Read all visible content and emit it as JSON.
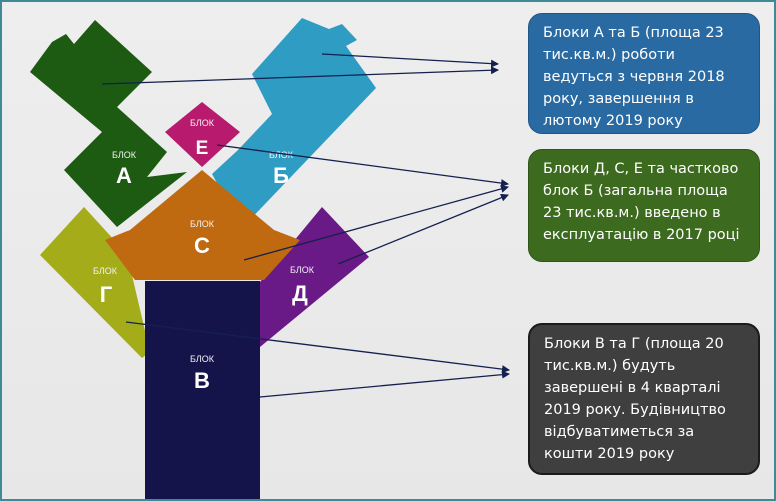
{
  "blocks": {
    "a": {
      "prefix": "БЛОК",
      "letter": "А",
      "color": "#1d5a12"
    },
    "b": {
      "prefix": "БЛОК",
      "letter": "Б",
      "color": "#2f9cc4"
    },
    "e": {
      "prefix": "БЛОК",
      "letter": "Е",
      "color": "#b81a6e"
    },
    "c": {
      "prefix": "БЛОК",
      "letter": "С",
      "color": "#bf6a10"
    },
    "g": {
      "prefix": "БЛОК",
      "letter": "Г",
      "color": "#a5ac1a"
    },
    "d": {
      "prefix": "БЛОК",
      "letter": "Д",
      "color": "#6a1a86"
    },
    "v": {
      "prefix": "БЛОК",
      "letter": "В",
      "color": "#15144a"
    }
  },
  "notes": {
    "blue": {
      "text": "Блоки А та Б (площа 23 тис.кв.м.) роботи ведуться з червня 2018 року, завершення в лютому 2019 року",
      "color": "#2a6aa2"
    },
    "green": {
      "text": "Блоки Д, С, Е та частково блок Б (загальна площа 23 тис.кв.м.) введено в експлуатацію в 2017 році",
      "color": "#3c6a1e"
    },
    "gray": {
      "text": "Блоки В та Г (площа 20 тис.кв.м.) будуть завершені в 4 кварталі 2019 року. Будівництво відбуватиметься  за кошти 2019 року",
      "color": "#3f3f3f"
    }
  }
}
